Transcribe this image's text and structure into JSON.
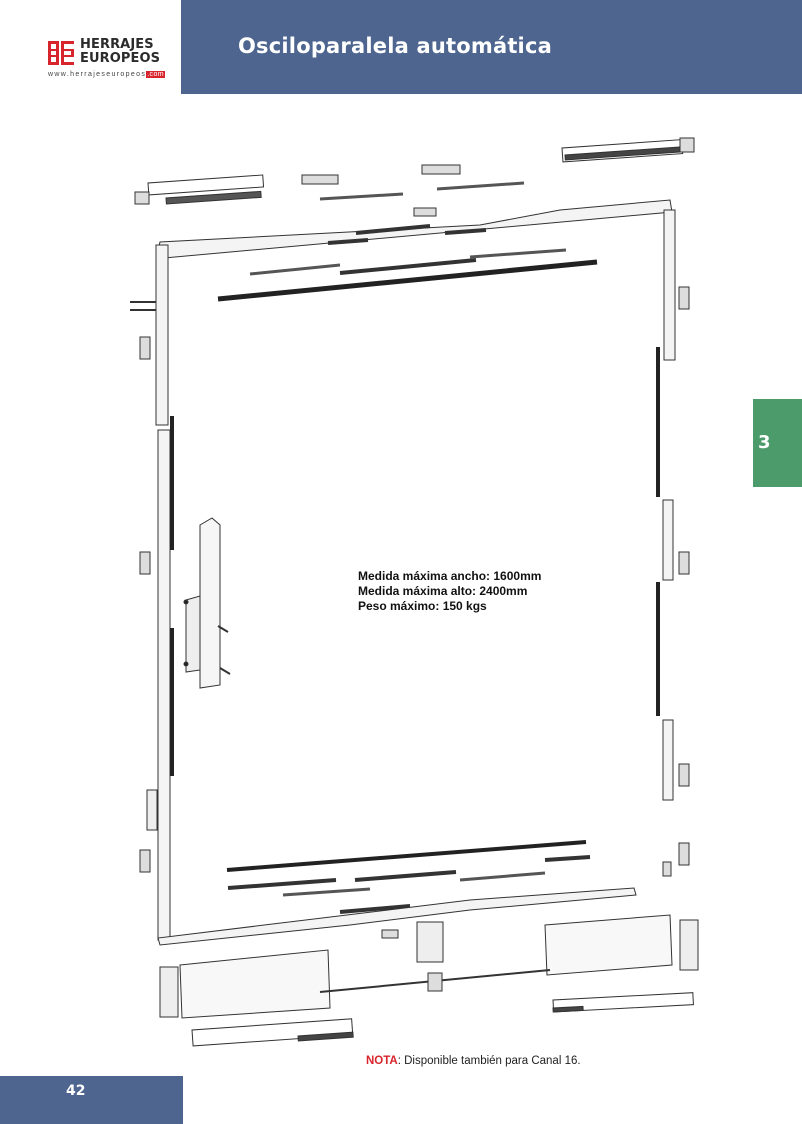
{
  "header": {
    "title": "Osciloparalela automática",
    "bar_color": "#4e6590"
  },
  "logo": {
    "line1": "HERRAJES",
    "line2": "EUROPEOS",
    "url_main": "www.herrajeseuropeos",
    "url_tld": ".com",
    "accent_color": "#d8252d"
  },
  "side_tab": {
    "number": "3",
    "color": "#4c9c6b"
  },
  "specs": {
    "width": "Medida máxima ancho: 1600mm",
    "height": "Medida máxima alto: 2400mm",
    "weight": "Peso máximo: 150 kgs"
  },
  "note": {
    "label": "NOTA",
    "text": ": Disponible también para Canal 16."
  },
  "footer": {
    "page_number": "42"
  }
}
